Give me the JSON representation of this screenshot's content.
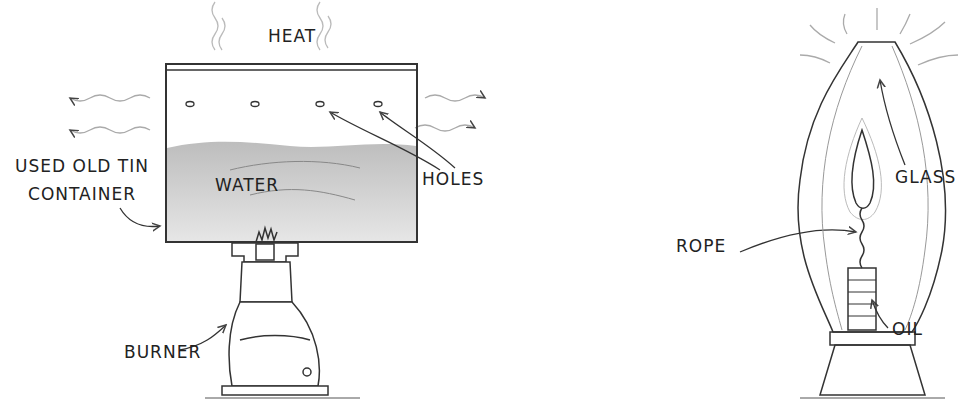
{
  "diagram": {
    "nodes": [
      {
        "text": [
          "WATER"
        ]
      }
    ],
    "labels": [
      "HEAT",
      "USED OLD TIN CONTAINER",
      "HOLES",
      "BURNER",
      "GLASS",
      "ROPE",
      "OIL"
    ]
  }
}
